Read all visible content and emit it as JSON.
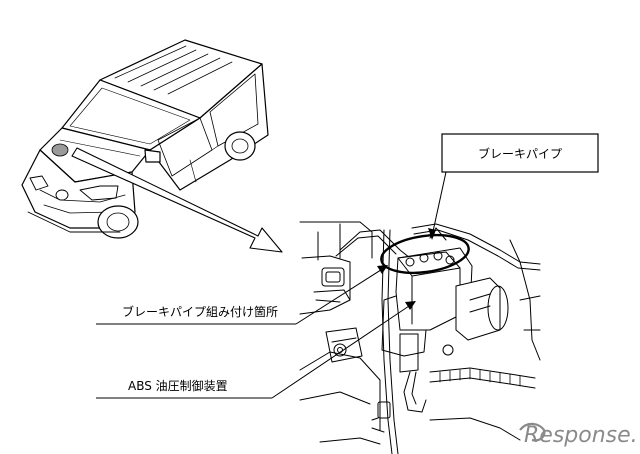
{
  "labels": {
    "brake_pipe": "ブレーキパイプ",
    "brake_pipe_mount": "ブレーキパイプ組み付け箇所",
    "abs_unit": "ABS 油圧制御装置"
  },
  "watermark": {
    "text": "Response."
  },
  "colors": {
    "line": "#000000",
    "watermark": "#8a8a8a",
    "background": "#ffffff"
  }
}
